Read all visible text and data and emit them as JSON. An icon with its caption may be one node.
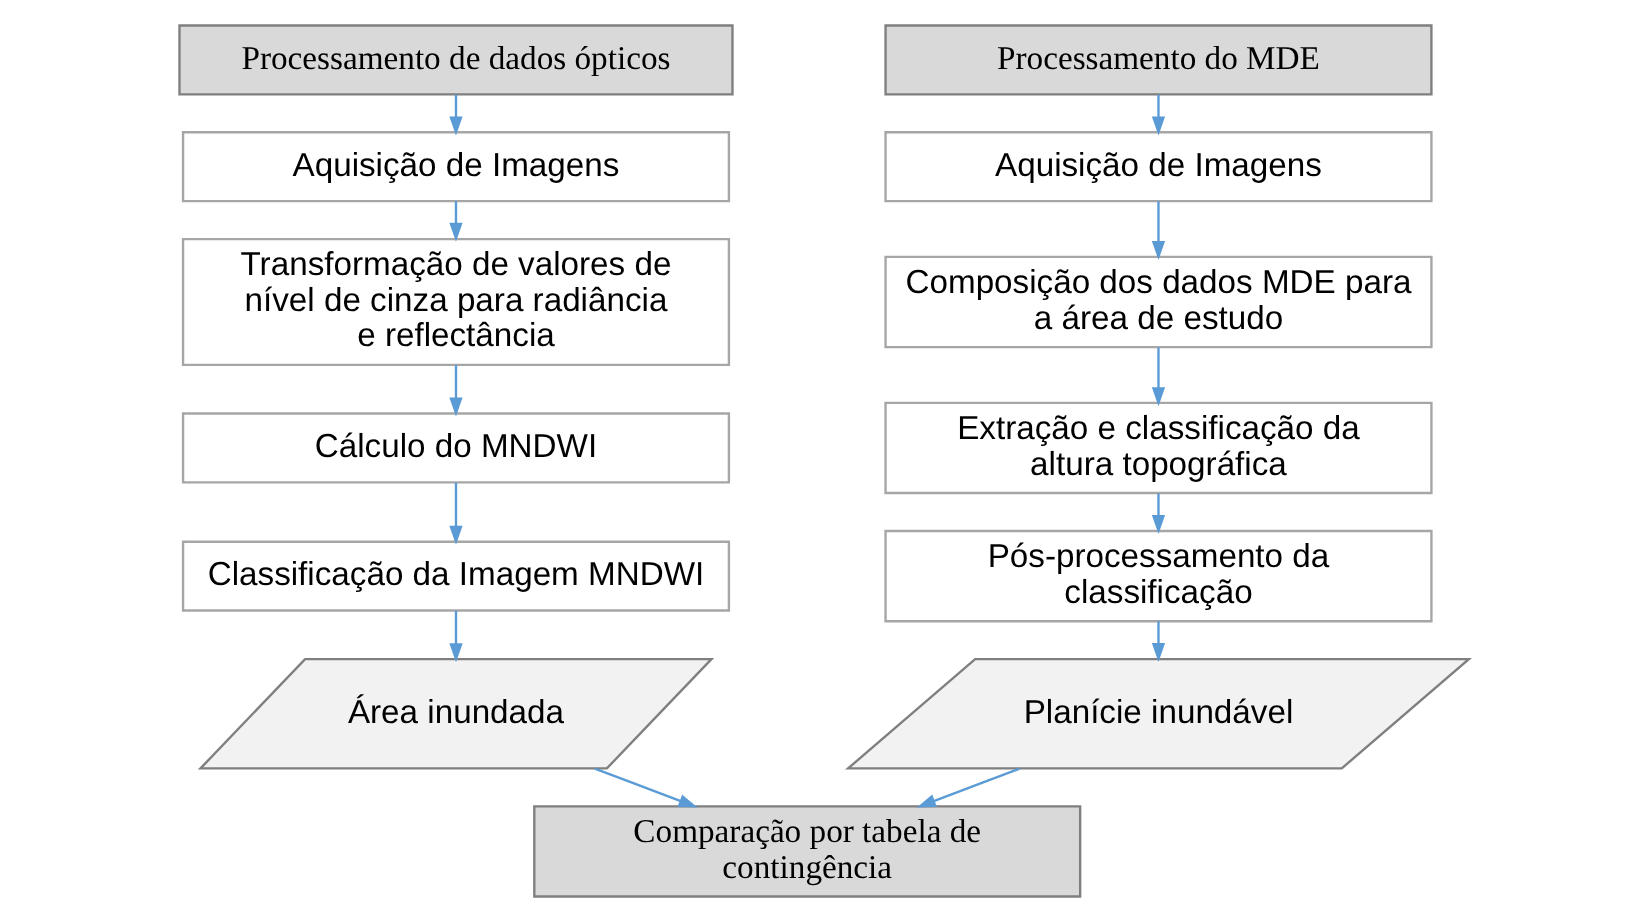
{
  "diagram": {
    "nodes": [
      {
        "text": [
          "Processamento de dados ópticos"
        ]
      },
      {
        "text": [
          "Aquisição de Imagens"
        ]
      },
      {
        "text": [
          "Transformação de valores de nível de cinza para radiância e reflectância"
        ]
      },
      {
        "text": [
          "Cálculo do MNDWI"
        ]
      },
      {
        "text": [
          "Classificação da Imagem MNDWI"
        ]
      },
      {
        "text": [
          "Área inundada"
        ]
      },
      {
        "text": [
          "Processamento do MDE"
        ]
      },
      {
        "text": [
          "Aquisição de Imagens"
        ]
      },
      {
        "text": [
          "Composição dos dados MDE para a área de estudo"
        ]
      },
      {
        "text": [
          "Extração e classificação da altura topográfica"
        ]
      },
      {
        "text": [
          "Pós-processamento da classificação"
        ]
      },
      {
        "text": [
          "Planície inundável"
        ]
      },
      {
        "text": [
          "Comparação por tabela de contingência"
        ]
      }
    ],
    "edges": [
      {
        "from": 0,
        "to": 1,
        "arrow": "to"
      },
      {
        "from": 1,
        "to": 2,
        "arrow": "to"
      },
      {
        "from": 2,
        "to": 3,
        "arrow": "to"
      },
      {
        "from": 3,
        "to": 4,
        "arrow": "to"
      },
      {
        "from": 4,
        "to": 5,
        "arrow": "to"
      },
      {
        "from": 6,
        "to": 7,
        "arrow": "to"
      },
      {
        "from": 7,
        "to": 8,
        "arrow": "to"
      },
      {
        "from": 8,
        "to": 9,
        "arrow": "to"
      },
      {
        "from": 9,
        "to": 10,
        "arrow": "to"
      },
      {
        "from": 10,
        "to": 11,
        "arrow": "to"
      },
      {
        "from": 5,
        "to": 12,
        "arrow": "to"
      },
      {
        "from": 11,
        "to": 12,
        "arrow": "to"
      }
    ]
  }
}
